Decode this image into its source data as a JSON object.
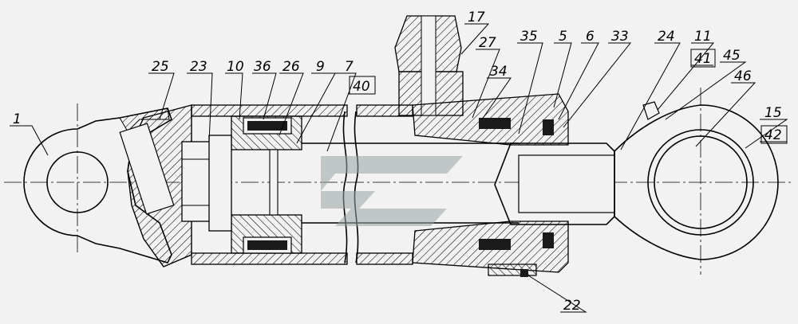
{
  "drawing": {
    "colors": {
      "background": "#f2f2f2",
      "line": "#000000",
      "hatch": "#000000",
      "seal": "#1a1a1a",
      "watermark": "#9aa3a3"
    },
    "callouts": [
      {
        "id": "c1",
        "label": "1"
      },
      {
        "id": "c25",
        "label": "25"
      },
      {
        "id": "c23",
        "label": "23"
      },
      {
        "id": "c10",
        "label": "10"
      },
      {
        "id": "c36",
        "label": "36"
      },
      {
        "id": "c26",
        "label": "26"
      },
      {
        "id": "c9",
        "label": "9"
      },
      {
        "id": "c7",
        "label": "7"
      },
      {
        "id": "c40",
        "label": "40"
      },
      {
        "id": "c17",
        "label": "17"
      },
      {
        "id": "c27",
        "label": "27"
      },
      {
        "id": "c35",
        "label": "35"
      },
      {
        "id": "c34",
        "label": "34"
      },
      {
        "id": "c5",
        "label": "5"
      },
      {
        "id": "c6",
        "label": "6"
      },
      {
        "id": "c33",
        "label": "33"
      },
      {
        "id": "c24",
        "label": "24"
      },
      {
        "id": "c11",
        "label": "11"
      },
      {
        "id": "c41",
        "label": "41"
      },
      {
        "id": "c45",
        "label": "45"
      },
      {
        "id": "c46",
        "label": "46"
      },
      {
        "id": "c15",
        "label": "15"
      },
      {
        "id": "c42",
        "label": "42"
      },
      {
        "id": "c22",
        "label": "22"
      }
    ]
  }
}
